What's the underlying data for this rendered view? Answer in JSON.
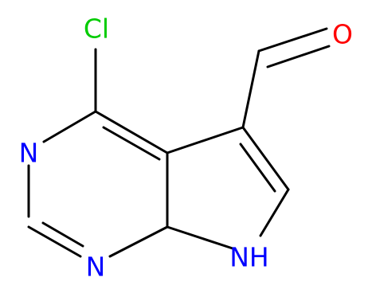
{
  "molecule": {
    "atoms": {
      "cl": {
        "label": "Cl",
        "color": "#00cc00"
      },
      "o": {
        "label": "O",
        "color": "#ff0000"
      },
      "n1": {
        "label": "N",
        "color": "#0000ff"
      },
      "n3": {
        "label": "N",
        "color": "#0000ff"
      },
      "nh": {
        "label": "NH",
        "color": "#0000ff"
      }
    },
    "bond_color": "#000000"
  }
}
